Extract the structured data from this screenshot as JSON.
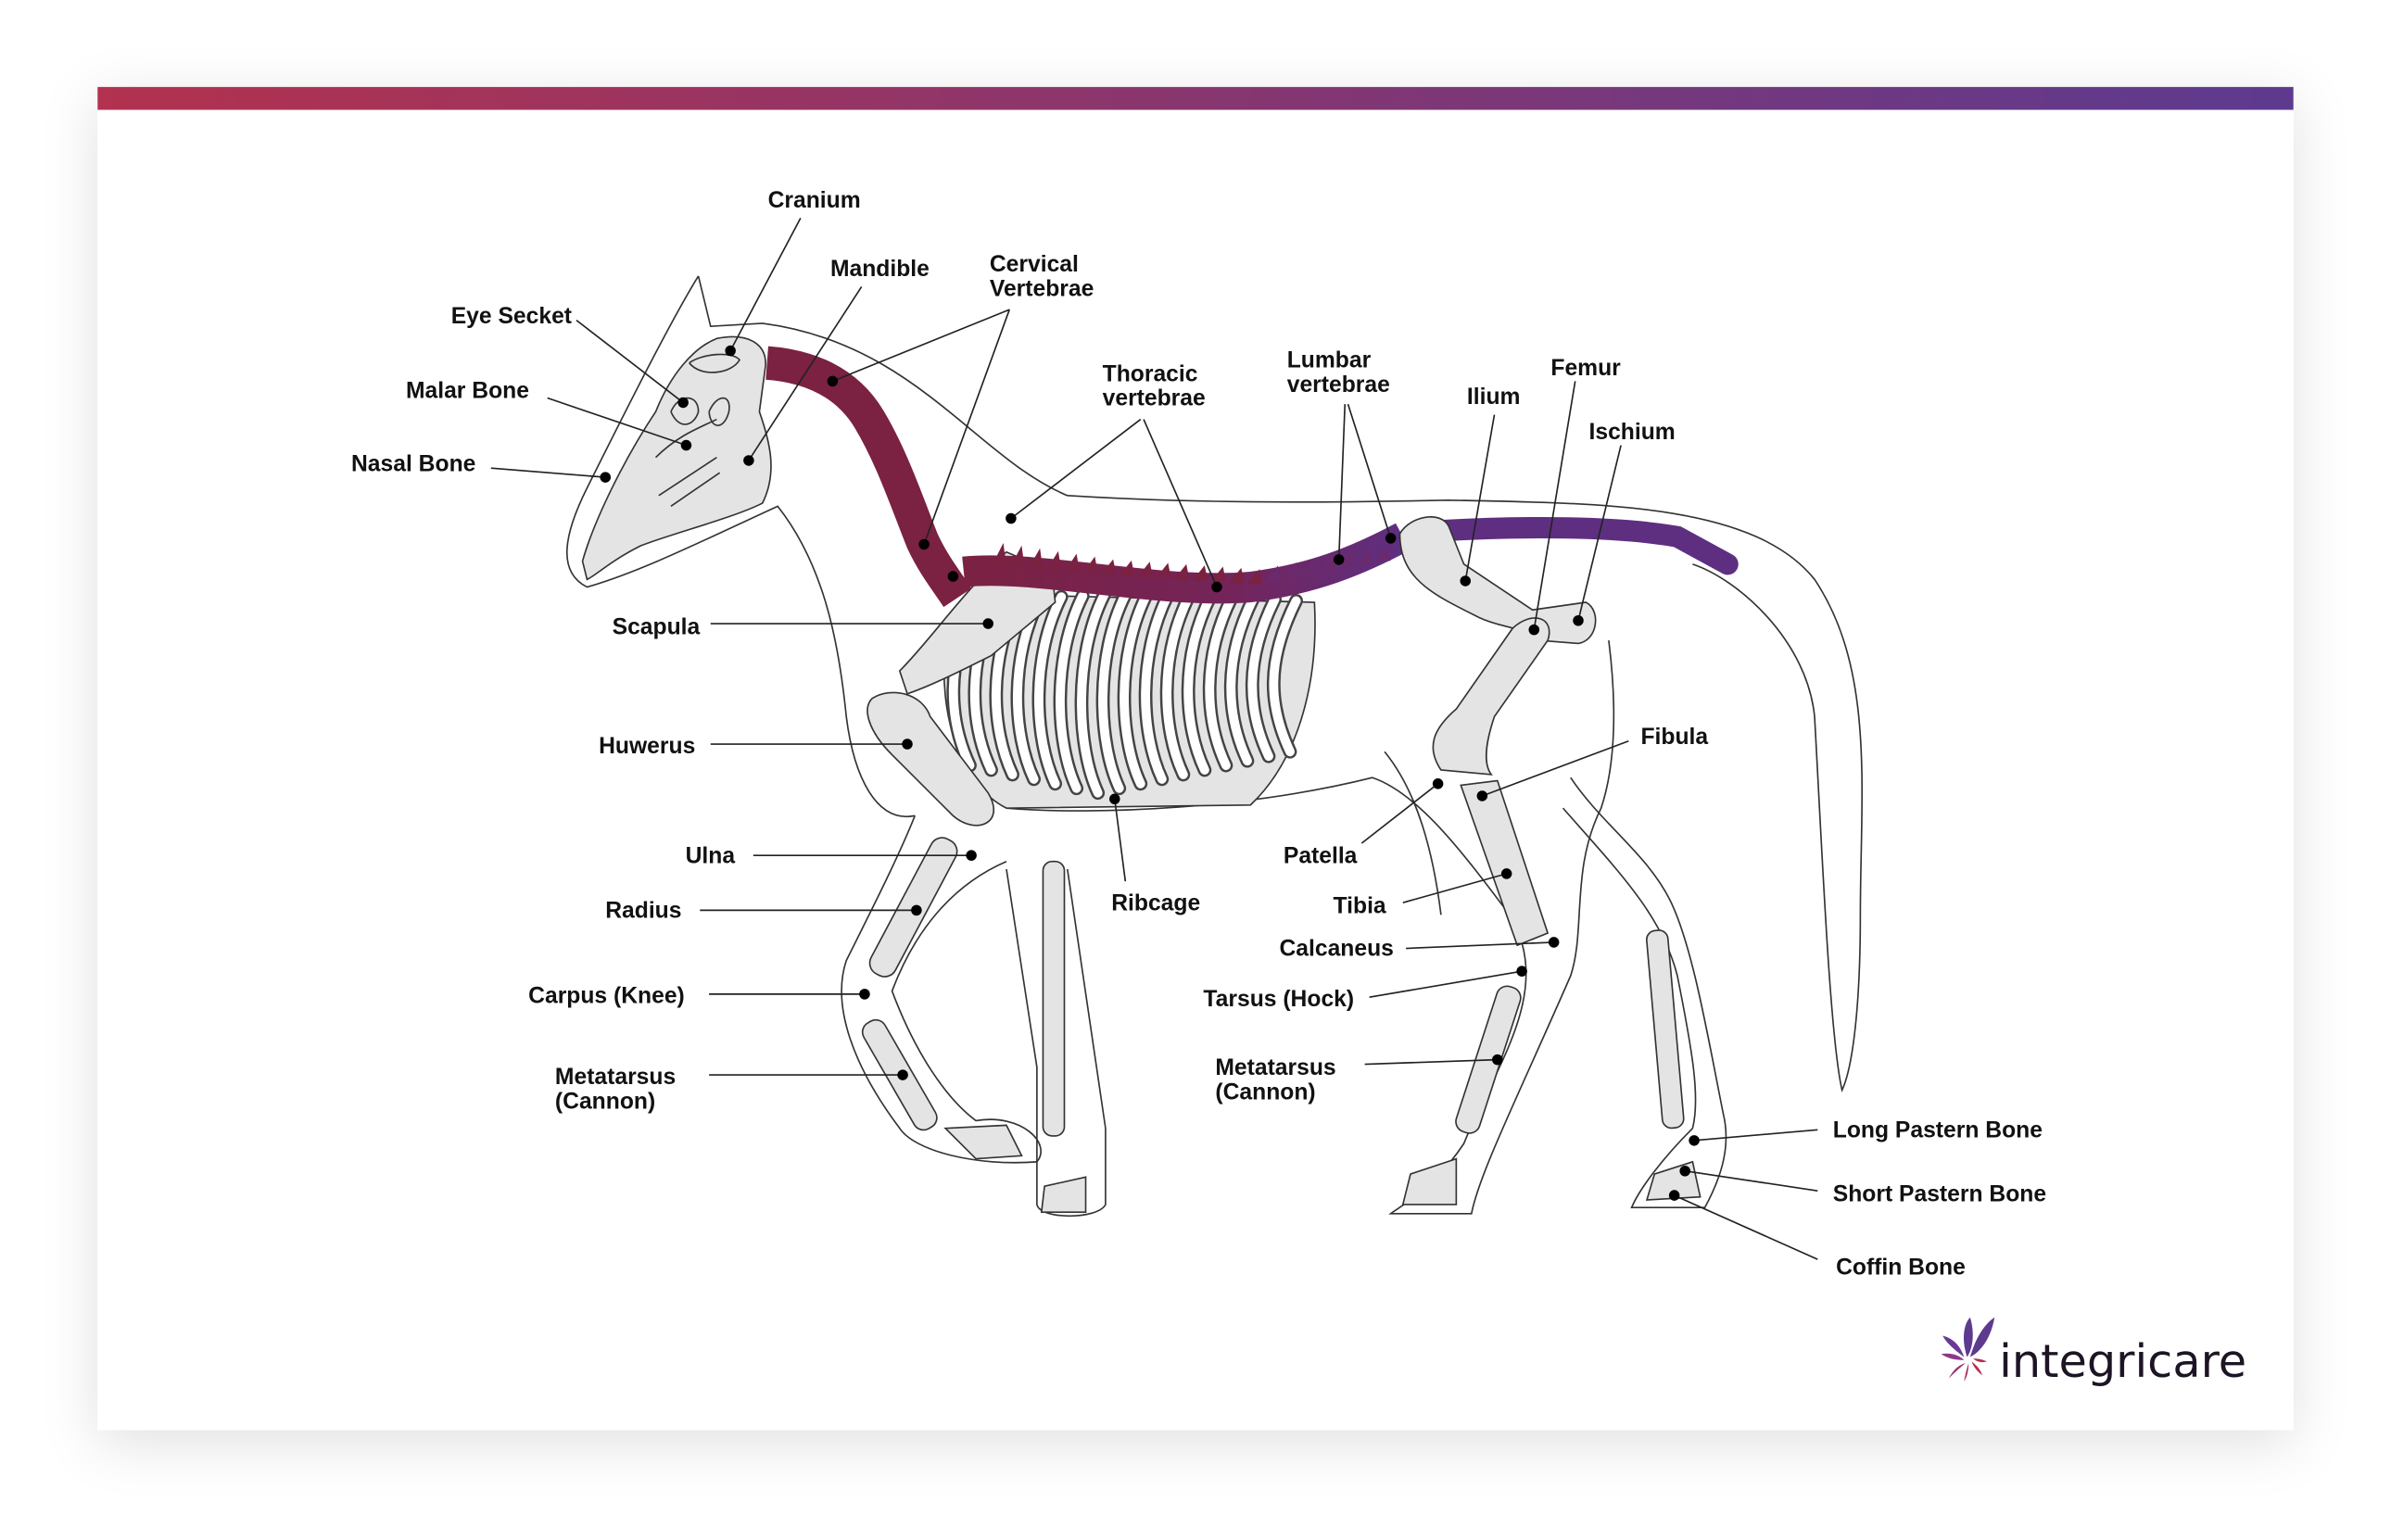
{
  "brand": {
    "name": "integricare",
    "gradient_start": "#b2324f",
    "gradient_end": "#5d3a8f"
  },
  "colors": {
    "cervical": "#7b2142",
    "thoracic": "#7b2142",
    "lumbar": "#6a2a6e",
    "tail": "#5e2f80",
    "bone": "#e4e4e4"
  },
  "labels": {
    "cranium": "Cranium",
    "mandible": "Mandible",
    "cervical": [
      "Cervical",
      "Vertebrae"
    ],
    "eye_socket": "Eye Secket",
    "malar": "Malar Bone",
    "nasal": "Nasal Bone",
    "thoracic": [
      "Thoracic",
      "vertebrae"
    ],
    "lumbar": [
      "Lumbar",
      "vertebrae"
    ],
    "ilium": "Ilium",
    "femur": "Femur",
    "ischium": "Ischium",
    "scapula": "Scapula",
    "humerus": "Huwerus",
    "ulna": "Ulna",
    "radius": "Radius",
    "carpus": "Carpus (Knee)",
    "metatarsus_front": [
      "Metatarsus",
      "(Cannon)"
    ],
    "ribcage": "Ribcage",
    "fibula": "Fibula",
    "patella": "Patella",
    "tibia": "Tibia",
    "calcaneus": "Calcaneus",
    "tarsus": "Tarsus (Hock)",
    "metatarsus_hind": [
      "Metatarsus",
      "(Cannon)"
    ],
    "long_pastern": "Long Pastern Bone",
    "short_pastern": "Short Pastern Bone",
    "coffin": "Coffin Bone"
  }
}
